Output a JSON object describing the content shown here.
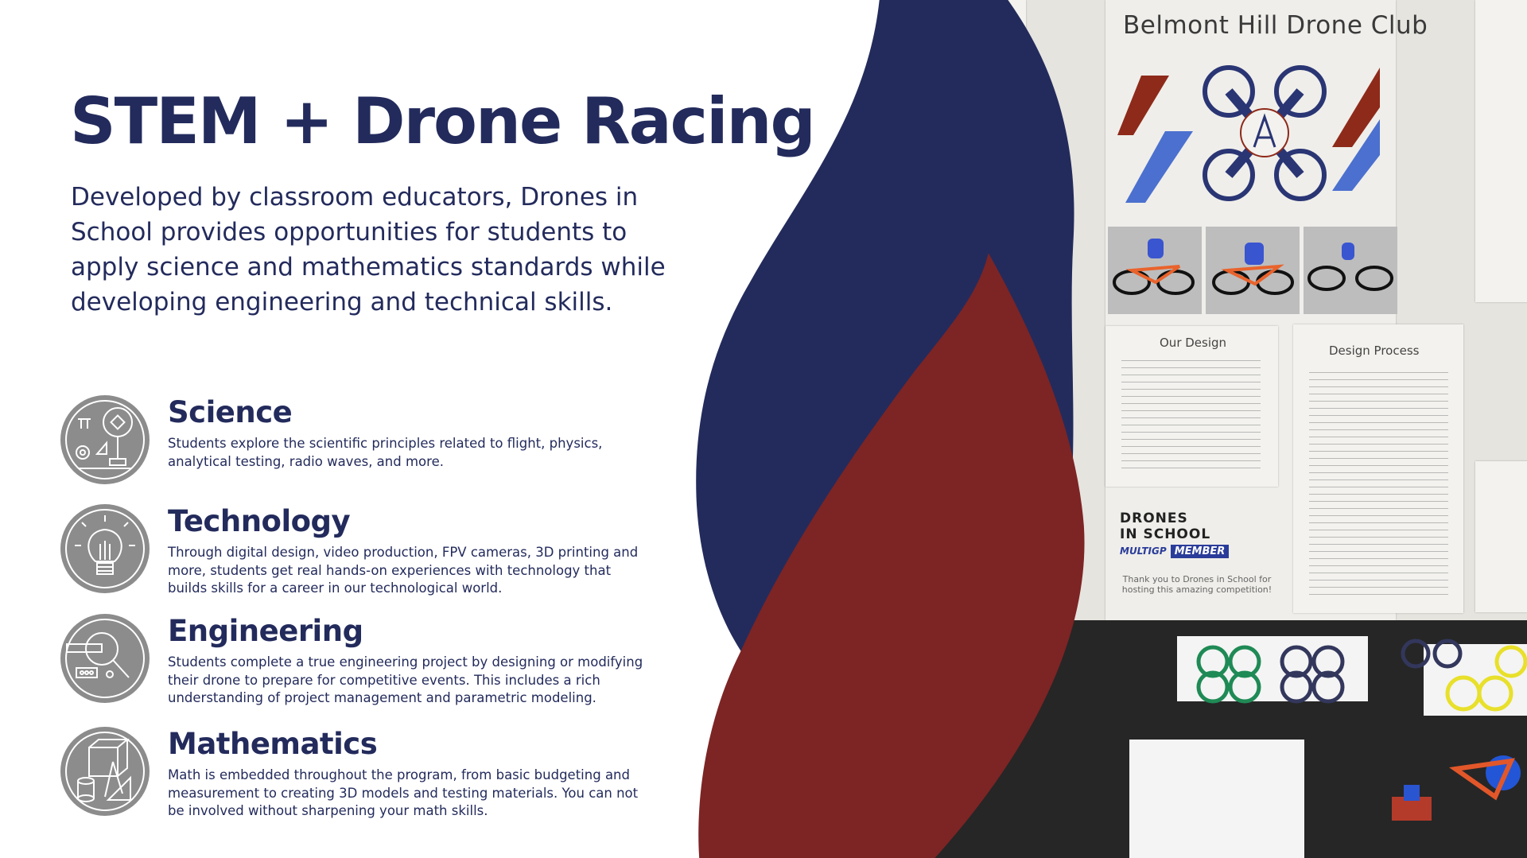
{
  "title": "STEM + Drone Racing",
  "intro": "Developed by classroom educators, Drones in School provides opportunities for students to apply science and mathematics standards while developing engineering and technical skills.",
  "features": [
    {
      "icon": "science-icon",
      "title": "Science",
      "text": "Students explore the scientific principles related to flight, physics, analytical testing, radio waves, and more."
    },
    {
      "icon": "lightbulb-circuit-icon",
      "title": "Technology",
      "text": "Through digital design, video production, FPV cameras, 3D printing and more, students get real hands-on experiences with technology that builds skills for a career in our technological world."
    },
    {
      "icon": "magnifier-engineering-icon",
      "title": "Engineering",
      "text": "Students complete a true engineering project by designing or modifying their drone to prepare for competitive events. This includes a rich understanding of project management and parametric modeling."
    },
    {
      "icon": "geometry-tools-icon",
      "title": "Mathematics",
      "text": "Math is embedded throughout the program, from basic budgeting and measurement to creating 3D models and testing materials. You can not be involved without sharpening your math skills."
    }
  ],
  "photo": {
    "poster_title": "Belmont Hill Drone Club",
    "our_design": "Our Design",
    "design_process": "Design Process",
    "logo_line1": "DRONES",
    "logo_line2": "IN SCHOOL",
    "multigp": "MULTIGP",
    "member": "MEMBER",
    "thanks": "Thank you to Drones in School for hosting this amazing competition!"
  },
  "colors": {
    "navy": "#232b5c",
    "red": "#7d2424",
    "icon_grey": "#8c8c8c"
  }
}
